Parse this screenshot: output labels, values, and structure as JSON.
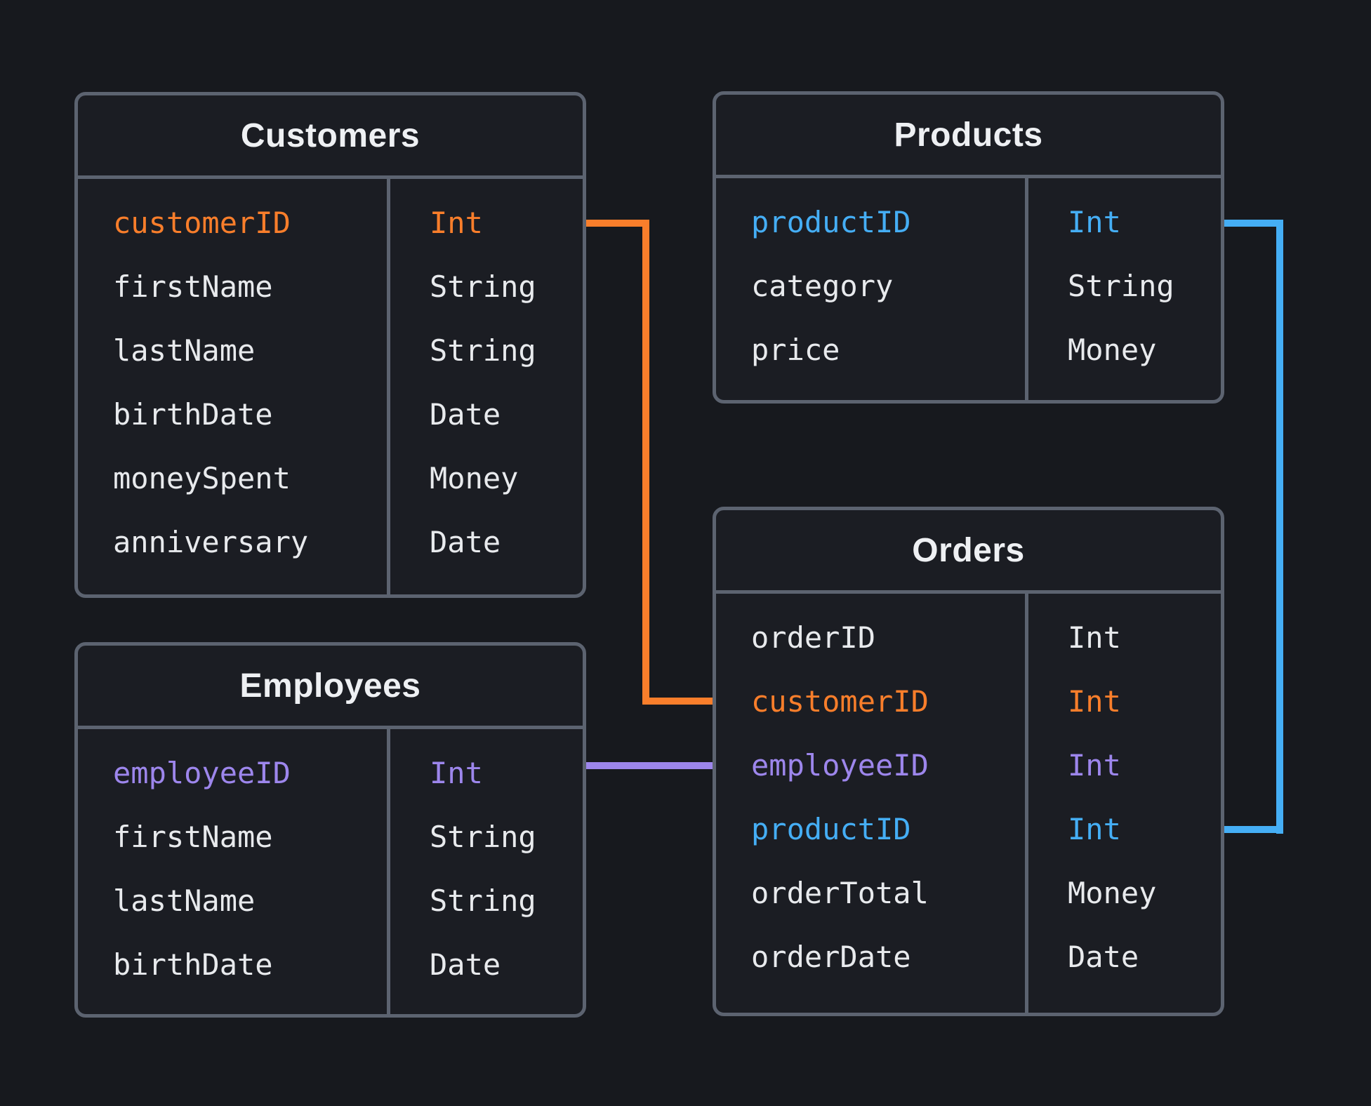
{
  "colors": {
    "background": "#17191E",
    "card_background": "#1B1D23",
    "border": "#5C6370",
    "text": "#E8EAED",
    "title": "#EEF0F3",
    "orange": "#F97E2B",
    "blue": "#45AEF5",
    "purple": "#9D86EC"
  },
  "tables": [
    {
      "id": "customers",
      "title": "Customers",
      "fields": [
        {
          "name": "customerID",
          "type": "Int",
          "color": "orange"
        },
        {
          "name": "firstName",
          "type": "String",
          "color": "default"
        },
        {
          "name": "lastName",
          "type": "String",
          "color": "default"
        },
        {
          "name": "birthDate",
          "type": "Date",
          "color": "default"
        },
        {
          "name": "moneySpent",
          "type": "Money",
          "color": "default"
        },
        {
          "name": "anniversary",
          "type": "Date",
          "color": "default"
        }
      ]
    },
    {
      "id": "products",
      "title": "Products",
      "fields": [
        {
          "name": "productID",
          "type": "Int",
          "color": "blue"
        },
        {
          "name": "category",
          "type": "String",
          "color": "default"
        },
        {
          "name": "price",
          "type": "Money",
          "color": "default"
        }
      ]
    },
    {
      "id": "employees",
      "title": "Employees",
      "fields": [
        {
          "name": "employeeID",
          "type": "Int",
          "color": "purple"
        },
        {
          "name": "firstName",
          "type": "String",
          "color": "default"
        },
        {
          "name": "lastName",
          "type": "String",
          "color": "default"
        },
        {
          "name": "birthDate",
          "type": "Date",
          "color": "default"
        }
      ]
    },
    {
      "id": "orders",
      "title": "Orders",
      "fields": [
        {
          "name": "orderID",
          "type": "Int",
          "color": "default"
        },
        {
          "name": "customerID",
          "type": "Int",
          "color": "orange"
        },
        {
          "name": "employeeID",
          "type": "Int",
          "color": "purple"
        },
        {
          "name": "productID",
          "type": "Int",
          "color": "blue"
        },
        {
          "name": "orderTotal",
          "type": "Money",
          "color": "default"
        },
        {
          "name": "orderDate",
          "type": "Date",
          "color": "default"
        }
      ]
    }
  ],
  "connections": [
    {
      "from": "Customers.customerID",
      "to": "Orders.customerID",
      "color": "orange"
    },
    {
      "from": "Employees.employeeID",
      "to": "Orders.employeeID",
      "color": "purple"
    },
    {
      "from": "Products.productID",
      "to": "Orders.productID",
      "color": "blue"
    }
  ]
}
